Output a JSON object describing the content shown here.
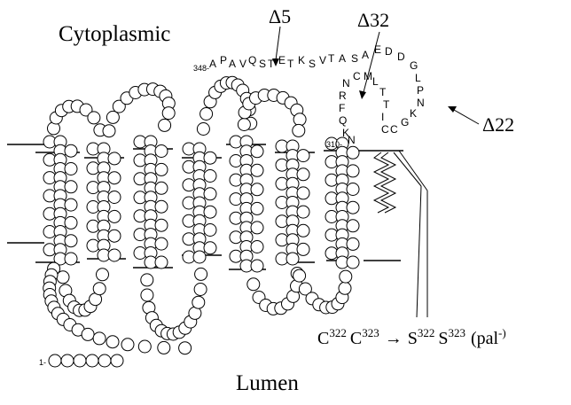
{
  "labels": {
    "cytoplasmic": "Cytoplasmic",
    "lumen": "Lumen",
    "deletion_5": "Δ5",
    "deletion_32": "Δ32",
    "deletion_22": "Δ22",
    "start_residue": "348-",
    "residue_310": "310-",
    "n_terminus": "1-"
  },
  "tail_sequence": [
    "A",
    "P",
    "A",
    "V",
    "Q",
    "S",
    "T",
    "E",
    "T",
    "K",
    "S",
    "V",
    "T",
    "A",
    "S",
    "A",
    "E",
    "D",
    "D",
    "G",
    "L",
    "P",
    "N",
    "K",
    "G",
    "C",
    "C",
    "I",
    "T",
    "T",
    "L",
    "M",
    "C",
    "N",
    "R",
    "F",
    "Q",
    "K",
    "N"
  ],
  "mutation": {
    "c_label": "C",
    "pos_a": "322",
    "pos_b": "323",
    "arrow": "→",
    "s_label": "S",
    "pal_note": "(pal",
    "pal_suffix": "-)"
  }
}
